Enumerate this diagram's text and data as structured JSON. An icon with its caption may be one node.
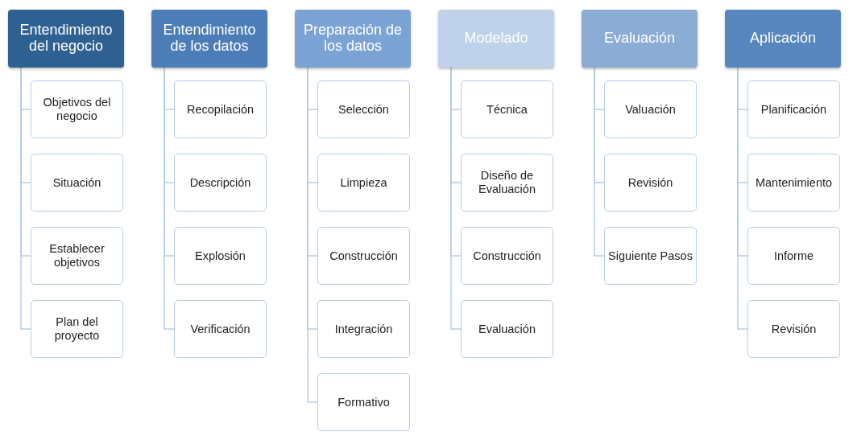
{
  "diagram": {
    "nodes": [
      {
        "text": [
          "Entendimiento del negocio"
        ]
      },
      {
        "text": [
          "Objetivos del negocio"
        ]
      },
      {
        "text": [
          "Situación"
        ]
      },
      {
        "text": [
          "Establecer objetivos"
        ]
      },
      {
        "text": [
          "Plan del proyecto"
        ]
      },
      {
        "text": [
          "Entendimiento de los datos"
        ]
      },
      {
        "text": [
          "Recopilación"
        ]
      },
      {
        "text": [
          "Descripción"
        ]
      },
      {
        "text": [
          "Explosión"
        ]
      },
      {
        "text": [
          "Verificación"
        ]
      },
      {
        "text": [
          "Preparación de los datos"
        ]
      },
      {
        "text": [
          "Selección"
        ]
      },
      {
        "text": [
          "Limpieza"
        ]
      },
      {
        "text": [
          "Construcción"
        ]
      },
      {
        "text": [
          "Integración"
        ]
      },
      {
        "text": [
          "Formativo"
        ]
      },
      {
        "text": [
          "Modelado"
        ]
      },
      {
        "text": [
          "Técnica"
        ]
      },
      {
        "text": [
          "Diseño de Evaluación"
        ]
      },
      {
        "text": [
          "Construcción"
        ]
      },
      {
        "text": [
          "Evaluación"
        ]
      },
      {
        "text": [
          "Evaluación"
        ]
      },
      {
        "text": [
          "Valuación"
        ]
      },
      {
        "text": [
          "Revisión"
        ]
      },
      {
        "text": [
          "Siguiente Pasos"
        ]
      },
      {
        "text": [
          "Aplicación"
        ]
      },
      {
        "text": [
          "Planificación"
        ]
      },
      {
        "text": [
          "Mantenimiento"
        ]
      },
      {
        "text": [
          "Informe"
        ]
      },
      {
        "text": [
          "Revisión"
        ]
      }
    ],
    "edges": [
      {
        "from": 0,
        "to": 1,
        "arrow": "none"
      },
      {
        "from": 0,
        "to": 2,
        "arrow": "none"
      },
      {
        "from": 0,
        "to": 3,
        "arrow": "none"
      },
      {
        "from": 0,
        "to": 4,
        "arrow": "none"
      },
      {
        "from": 5,
        "to": 6,
        "arrow": "none"
      },
      {
        "from": 5,
        "to": 7,
        "arrow": "none"
      },
      {
        "from": 5,
        "to": 8,
        "arrow": "none"
      },
      {
        "from": 5,
        "to": 9,
        "arrow": "none"
      },
      {
        "from": 10,
        "to": 11,
        "arrow": "none"
      },
      {
        "from": 10,
        "to": 12,
        "arrow": "none"
      },
      {
        "from": 10,
        "to": 13,
        "arrow": "none"
      },
      {
        "from": 10,
        "to": 14,
        "arrow": "none"
      },
      {
        "from": 10,
        "to": 15,
        "arrow": "none"
      },
      {
        "from": 16,
        "to": 17,
        "arrow": "none"
      },
      {
        "from": 16,
        "to": 18,
        "arrow": "none"
      },
      {
        "from": 16,
        "to": 19,
        "arrow": "none"
      },
      {
        "from": 16,
        "to": 20,
        "arrow": "none"
      },
      {
        "from": 21,
        "to": 22,
        "arrow": "none"
      },
      {
        "from": 21,
        "to": 23,
        "arrow": "none"
      },
      {
        "from": 21,
        "to": 24,
        "arrow": "none"
      },
      {
        "from": 25,
        "to": 26,
        "arrow": "none"
      },
      {
        "from": 25,
        "to": 27,
        "arrow": "none"
      },
      {
        "from": 25,
        "to": 28,
        "arrow": "none"
      },
      {
        "from": 25,
        "to": 29,
        "arrow": "none"
      }
    ]
  }
}
